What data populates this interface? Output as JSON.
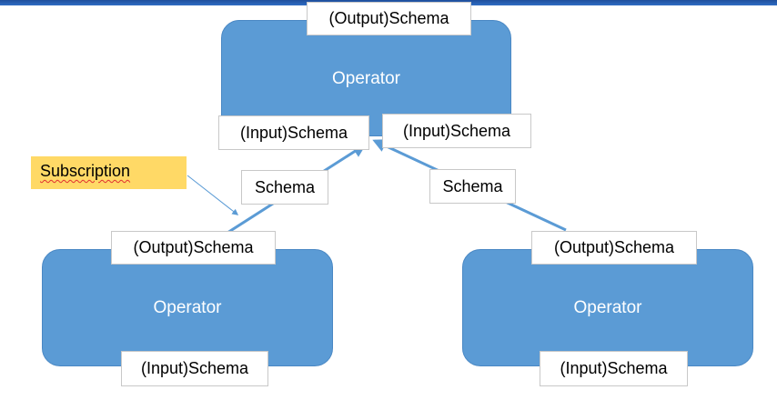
{
  "diagram": {
    "top_operator": {
      "label": "Operator",
      "output_schema": "(Output)Schema",
      "input_schemas": [
        "(Input)Schema",
        "(Input)Schema"
      ]
    },
    "left_operator": {
      "label": "Operator",
      "output_schema": "(Output)Schema",
      "input_schema": "(Input)Schema"
    },
    "right_operator": {
      "label": "Operator",
      "output_schema": "(Output)Schema",
      "input_schema": "(Input)Schema"
    },
    "edges": {
      "left_label": "Schema",
      "right_label": "Schema"
    },
    "callout": {
      "text": "Subscription"
    },
    "colors": {
      "operator_fill": "#5b9bd5",
      "edge": "#5b9bd5",
      "callout_fill": "#ffd966",
      "header_bar": "#2f6cc4"
    }
  }
}
